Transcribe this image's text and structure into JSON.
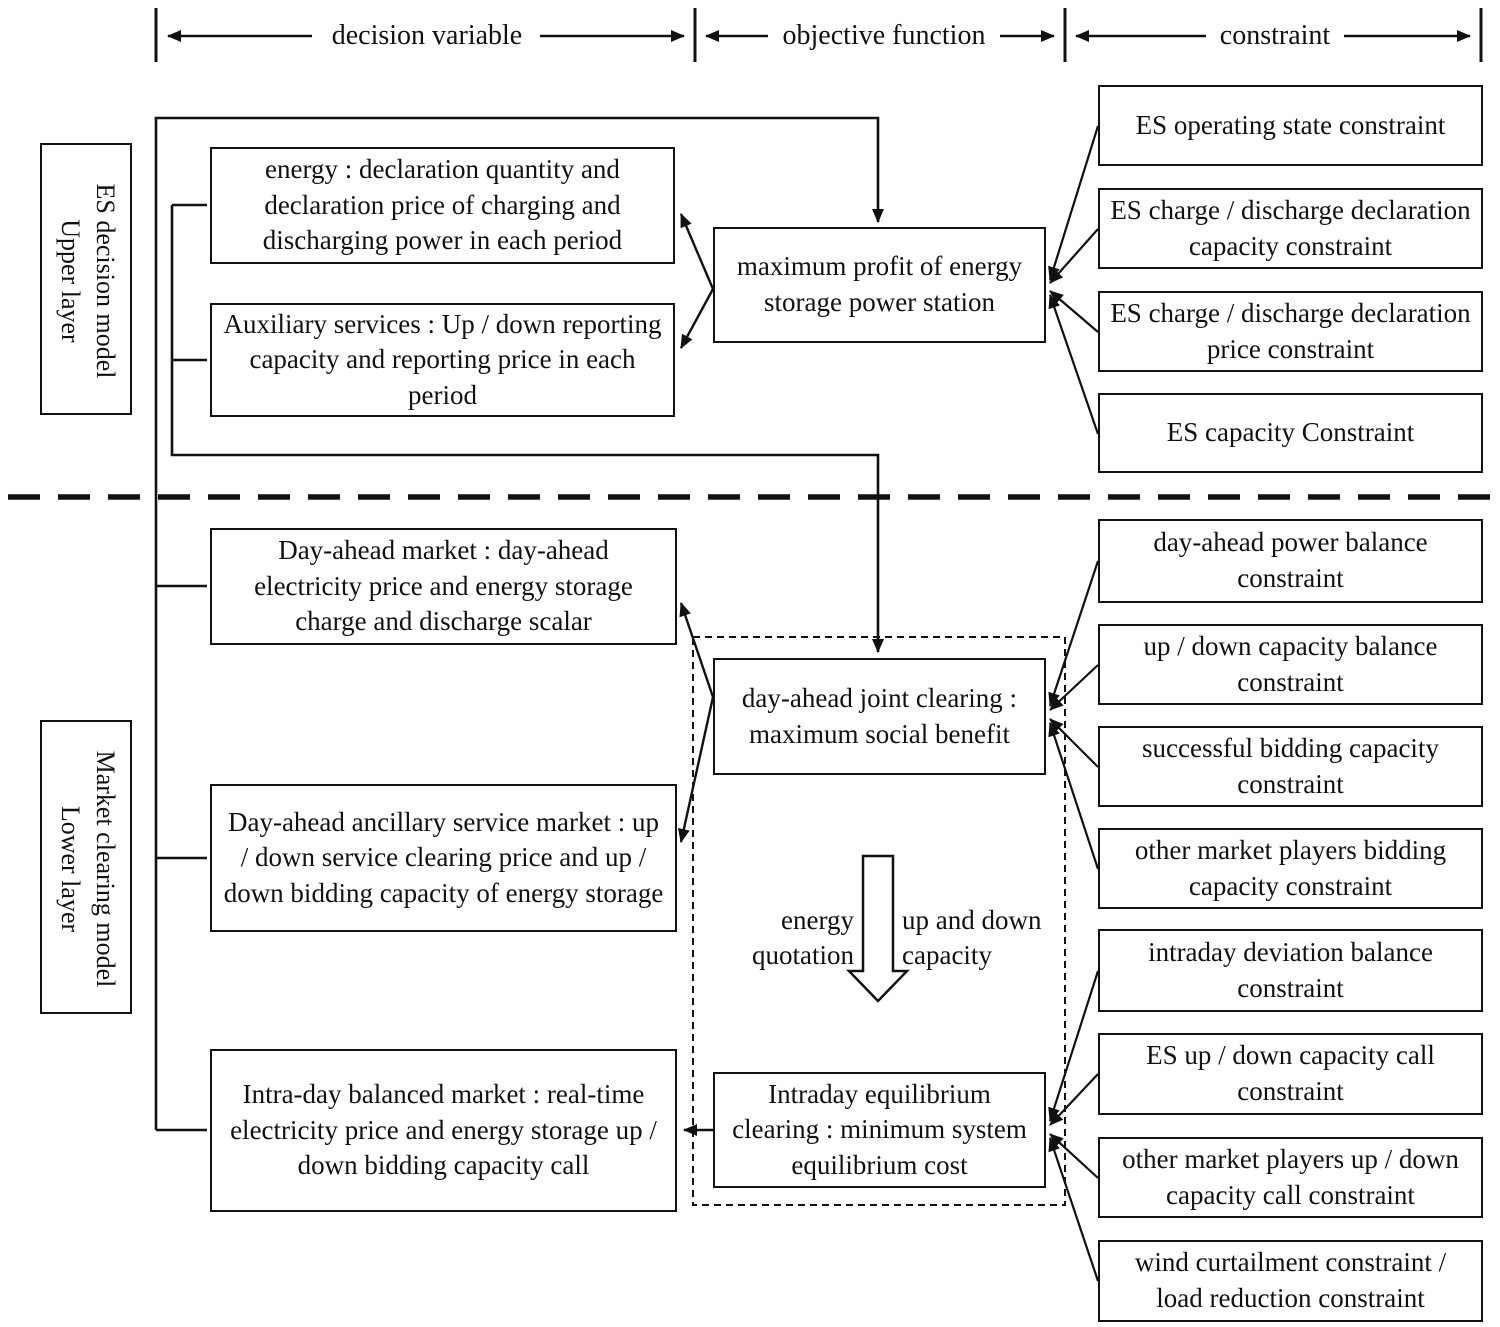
{
  "header": {
    "decision_variable": "decision variable",
    "objective_function": "objective function",
    "constraint": "constraint"
  },
  "upper_layer": {
    "side_label": {
      "line1": "ES decision model",
      "line2": "Upper layer"
    },
    "decision_boxes": [
      {
        "text": "energy : declaration quantity and declaration price of charging and discharging power in each period"
      },
      {
        "text": "Auxiliary services : Up / down reporting capacity and reporting price in each period"
      }
    ],
    "objective_box": {
      "text": "maximum profit of energy storage power station"
    },
    "constraint_boxes": [
      {
        "text": "ES operating state constraint"
      },
      {
        "text": "ES charge / discharge declaration capacity constraint"
      },
      {
        "text": "ES charge / discharge declaration price constraint"
      },
      {
        "text": "ES capacity Constraint"
      }
    ]
  },
  "lower_layer": {
    "side_label": {
      "line1": "Market clearing model",
      "line2": "Lower layer"
    },
    "decision_boxes": [
      {
        "text": "Day-ahead market : day-ahead electricity price and energy storage charge and discharge scalar"
      },
      {
        "text": "Day-ahead ancillary service market : up / down service clearing price and up / down bidding capacity of energy storage"
      },
      {
        "text": "Intra-day balanced market : real-time electricity price and energy storage up / down bidding capacity call"
      }
    ],
    "objective_boxes": [
      {
        "text": "day-ahead joint clearing : maximum social benefit"
      },
      {
        "text": "Intraday equilibrium clearing : minimum system equilibrium cost"
      }
    ],
    "flow_arrow_labels": {
      "left": "energy quotation",
      "right": "up and down capacity"
    },
    "constraint_boxes_day_ahead": [
      {
        "text": "day-ahead power balance constraint"
      },
      {
        "text": "up / down capacity balance constraint"
      },
      {
        "text": "successful bidding capacity constraint"
      },
      {
        "text": "other market players bidding capacity constraint"
      }
    ],
    "constraint_boxes_intraday": [
      {
        "text": "intraday deviation balance constraint"
      },
      {
        "text": "ES up / down capacity call constraint"
      },
      {
        "text": "other market players up / down capacity call constraint"
      },
      {
        "text": "wind curtailment constraint / load reduction constraint"
      }
    ]
  },
  "colors": {
    "line": "#111111",
    "background": "#ffffff",
    "text": "#111111"
  }
}
